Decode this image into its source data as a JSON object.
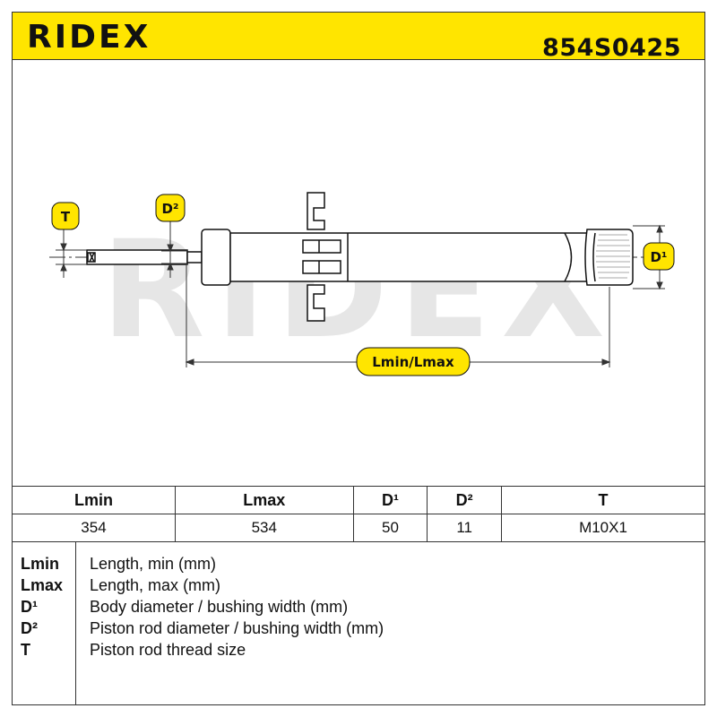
{
  "header": {
    "brand": "RIDEX",
    "part_number": "854S0425",
    "accent_color": "#ffe500"
  },
  "diagram": {
    "watermark": "RIDEX",
    "labels": {
      "t": "T",
      "d2": "D²",
      "d1": "D¹",
      "length": "Lmin/Lmax"
    }
  },
  "specs": {
    "headers": [
      "Lmin",
      "Lmax",
      "D¹",
      "D²",
      "T"
    ],
    "values": [
      "354",
      "534",
      "50",
      "11",
      "M10X1"
    ]
  },
  "legend": [
    {
      "abbr": "Lmin",
      "desc": "Length, min (mm)"
    },
    {
      "abbr": "Lmax",
      "desc": "Length, max (mm)"
    },
    {
      "abbr": "D¹",
      "desc": "Body diameter / bushing width (mm)"
    },
    {
      "abbr": "D²",
      "desc": "Piston rod diameter / bushing width (mm)"
    },
    {
      "abbr": "T",
      "desc": "Piston rod thread size"
    }
  ]
}
